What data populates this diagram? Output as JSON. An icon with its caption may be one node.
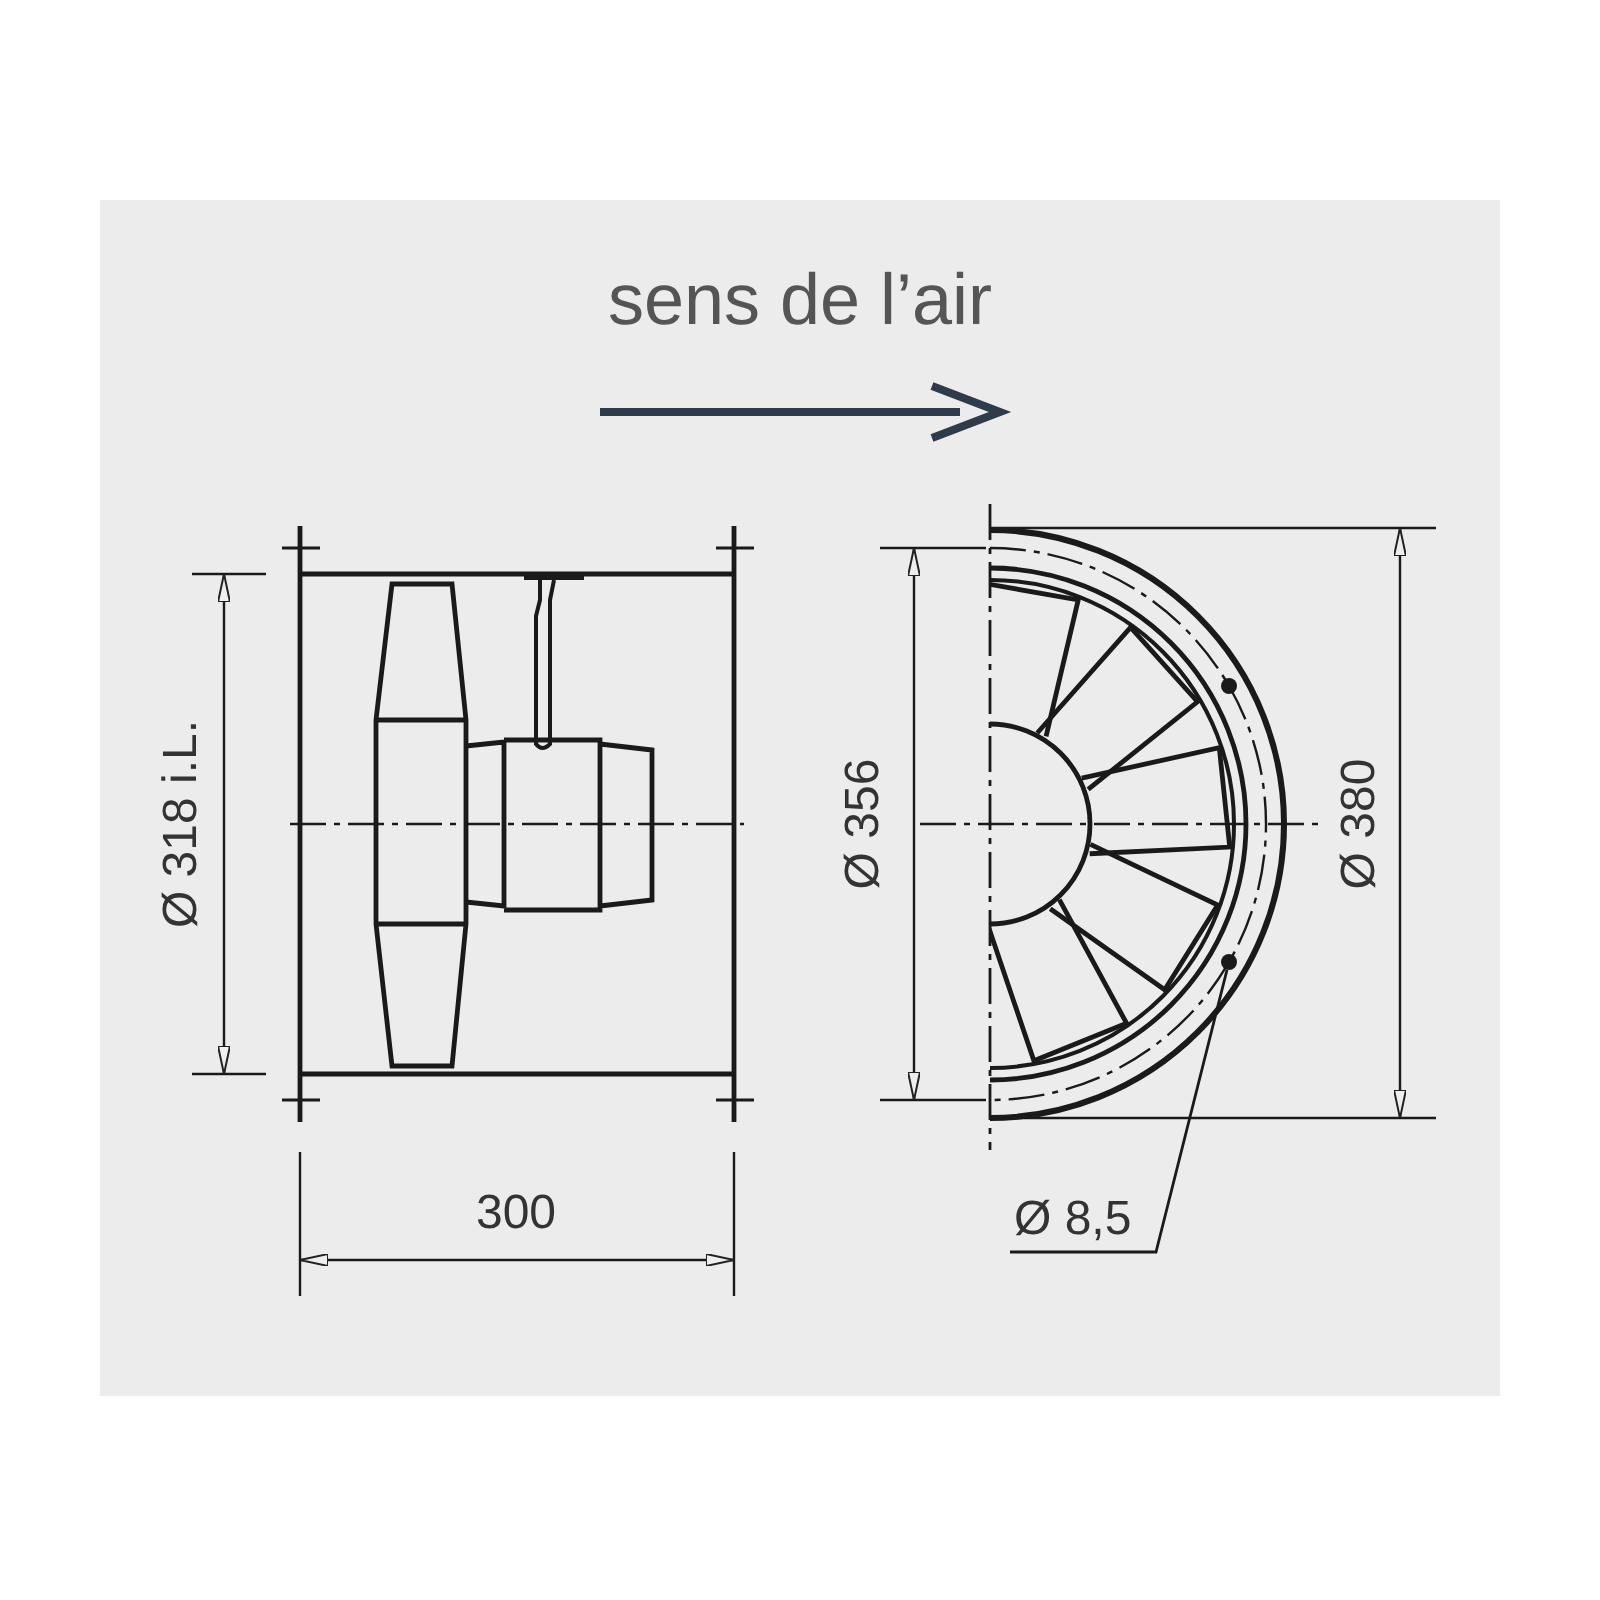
{
  "diagram": {
    "nodes": [
      {
        "text": [
          "Ø 8,5"
        ]
      },
      {
        "text": [],
        "shape": "circle"
      }
    ],
    "edges": [
      {
        "from": 0,
        "to": 1,
        "arrow": "none"
      }
    ],
    "labels": [
      "sens de l’air",
      "Ø 318 i.L.",
      "Ø 356",
      "Ø 380",
      "300"
    ]
  }
}
